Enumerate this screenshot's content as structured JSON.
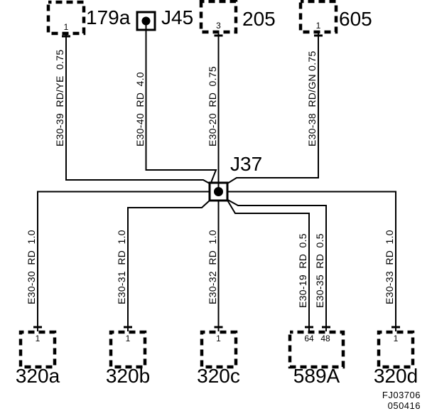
{
  "diagram": {
    "type": "wiring-diagram",
    "colors": {
      "line": "#000000",
      "background": "#ffffff"
    },
    "junction": {
      "label": "J37"
    },
    "top_components": [
      {
        "label": "179a",
        "pin": "1"
      },
      {
        "label": "J45"
      },
      {
        "label": "205",
        "pin": "3"
      },
      {
        "label": "605",
        "pin": "1"
      }
    ],
    "top_wires": [
      {
        "label": "E30-39  RD/YE  0.75"
      },
      {
        "label": "E30-40  RD  4.0"
      },
      {
        "label": "E30-20  RD  0.75"
      },
      {
        "label": "E30-38  RD/GN 0.75"
      }
    ],
    "bottom_wires": [
      {
        "label": "E30-30  RD  1.0"
      },
      {
        "label": "E30-31  RD  1.0"
      },
      {
        "label": "E30-32  RD  1.0"
      },
      {
        "label": "E30-19  RD  0.5"
      },
      {
        "label": "E30-35  RD  0.5"
      },
      {
        "label": "E30-33  RD  1.0"
      }
    ],
    "bottom_components": [
      {
        "label": "320a",
        "pins": [
          "1"
        ]
      },
      {
        "label": "320b",
        "pins": [
          "1"
        ]
      },
      {
        "label": "320c",
        "pins": [
          "1"
        ]
      },
      {
        "label": "589A",
        "pins": [
          "64",
          "48"
        ]
      },
      {
        "label": "320d",
        "pins": [
          "1"
        ]
      }
    ],
    "footer": {
      "code": "FJ03706",
      "date": "050416"
    }
  }
}
